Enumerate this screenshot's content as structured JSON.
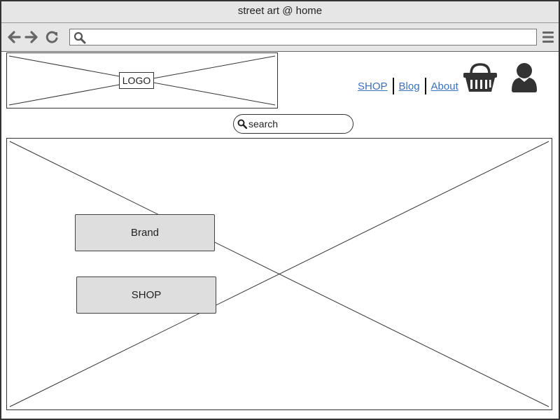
{
  "window": {
    "title": "street art @ home"
  },
  "browser": {
    "address_value": "",
    "back_icon": "arrow-left-icon",
    "forward_icon": "arrow-right-icon",
    "reload_icon": "reload-icon",
    "address_search_icon": "search-icon",
    "menu_icon": "hamburger-menu-icon"
  },
  "header": {
    "logo_label": "LOGO",
    "nav": [
      {
        "label": "SHOP"
      },
      {
        "label": "Blog"
      },
      {
        "label": "About"
      }
    ],
    "basket_icon": "shopping-basket-icon",
    "user_icon": "user-icon",
    "link_color": "#3b6fbf"
  },
  "search": {
    "placeholder": "search",
    "value": "",
    "icon": "search-icon"
  },
  "hero": {
    "buttons": [
      {
        "label": "Brand"
      },
      {
        "label": "SHOP"
      }
    ],
    "button_fill": "#dedede"
  }
}
